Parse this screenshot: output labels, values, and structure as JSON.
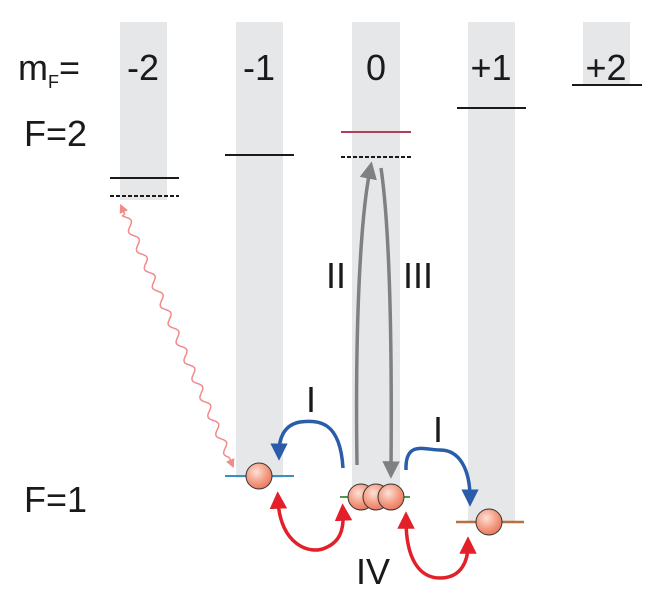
{
  "labels": {
    "mf": "m",
    "mf_sub": "F",
    "mf_eq": "=",
    "f2": "F=2",
    "f1": "F=1"
  },
  "columns": [
    "-2",
    "-1",
    "0",
    "+1",
    "+2"
  ],
  "processes": {
    "I_left": "I",
    "I_right": "I",
    "II": "II",
    "III": "III",
    "IV": "IV"
  },
  "colors": {
    "column": "#e6e7e8",
    "blue": "#2a5caa",
    "red": "#e3202a",
    "gray": "#808080",
    "pink": "#f28a8a",
    "level_m0_f2": "#b0405a",
    "level_m-1_f1": "#3b8fc0",
    "level_m0_f1": "#4a9a4a",
    "level_m+1_f1": "#b87040",
    "atom": "#f08a70"
  }
}
